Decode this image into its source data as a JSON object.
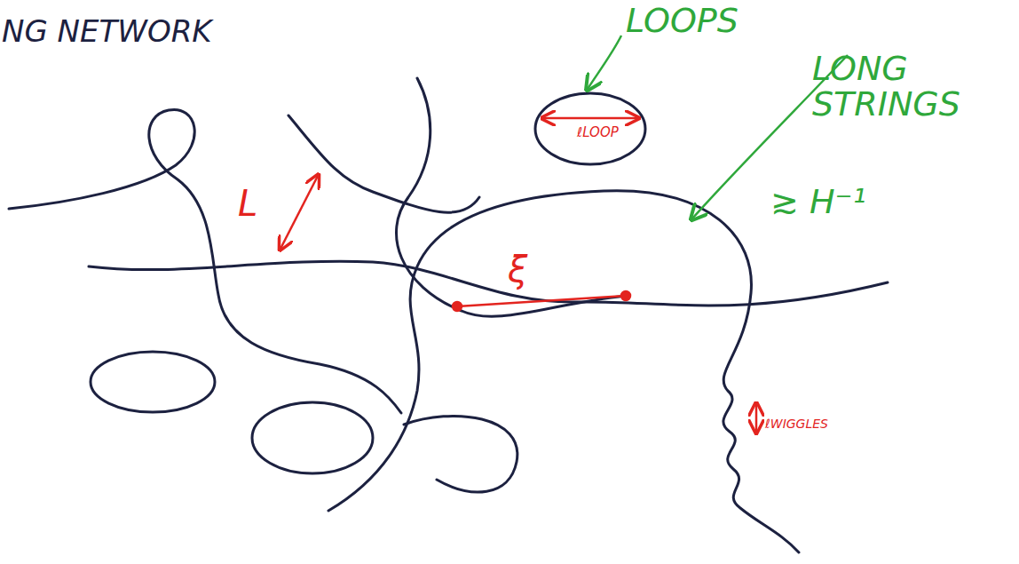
{
  "diagram": {
    "title": "NG NETWORK",
    "labels": [
      "LOOPS",
      "LONG STRINGS",
      "≳ H⁻¹",
      "L",
      "ξ",
      "ℓLOOP",
      "ℓWIGGLES"
    ]
  }
}
